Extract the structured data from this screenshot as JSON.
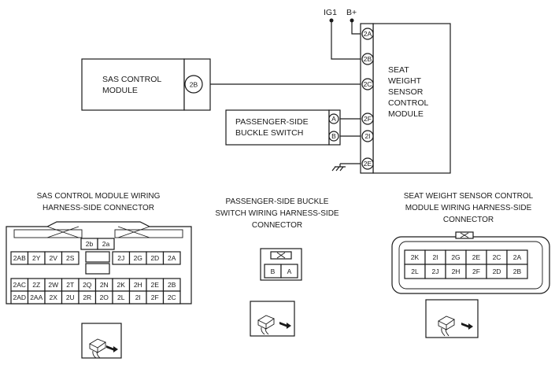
{
  "wiring": {
    "ig1": "IG1",
    "bplus": "B+",
    "sas_module": [
      "SAS CONTROL",
      "MODULE"
    ],
    "sas_pin": "2B",
    "buckle_switch": [
      "PASSENGER-SIDE",
      "BUCKLE SWITCH"
    ],
    "buckle_pin_a": "A",
    "buckle_pin_b": "B",
    "swsc_module": [
      "SEAT",
      "WEIGHT",
      "SENSOR",
      "CONTROL",
      "MODULE"
    ],
    "swsc_pins": [
      "2A",
      "2B",
      "2C",
      "2F",
      "2I",
      "2E"
    ]
  },
  "sas_connector": {
    "title": [
      "SAS CONTROL MODULE WIRING",
      "HARNESS-SIDE CONNECTOR"
    ],
    "top_tabs": [
      "2b",
      "2a"
    ],
    "row1_left": [
      "2AB",
      "2Y",
      "2V",
      "2S"
    ],
    "row1_right": [
      "2J",
      "2G",
      "2D",
      "2A"
    ],
    "row2": [
      "2AC",
      "2Z",
      "2W",
      "2T",
      "2Q",
      "2N",
      "2K",
      "2H",
      "2E",
      "2B"
    ],
    "row3": [
      "2AD",
      "2AA",
      "2X",
      "2U",
      "2R",
      "2O",
      "2L",
      "2I",
      "2F",
      "2C"
    ]
  },
  "buckle_connector": {
    "title": [
      "PASSENGER-SIDE BUCKLE",
      "SWITCH WIRING HARNESS-SIDE",
      "CONNECTOR"
    ],
    "cells": [
      "B",
      "A"
    ]
  },
  "swsc_connector": {
    "title": [
      "SEAT WEIGHT SENSOR  CONTROL",
      "MODULE WIRING HARNESS-SIDE",
      "CONNECTOR"
    ],
    "row1": [
      "2K",
      "2I",
      "2G",
      "2E",
      "2C",
      "2A"
    ],
    "row2": [
      "2L",
      "2J",
      "2H",
      "2F",
      "2D",
      "2B"
    ]
  }
}
